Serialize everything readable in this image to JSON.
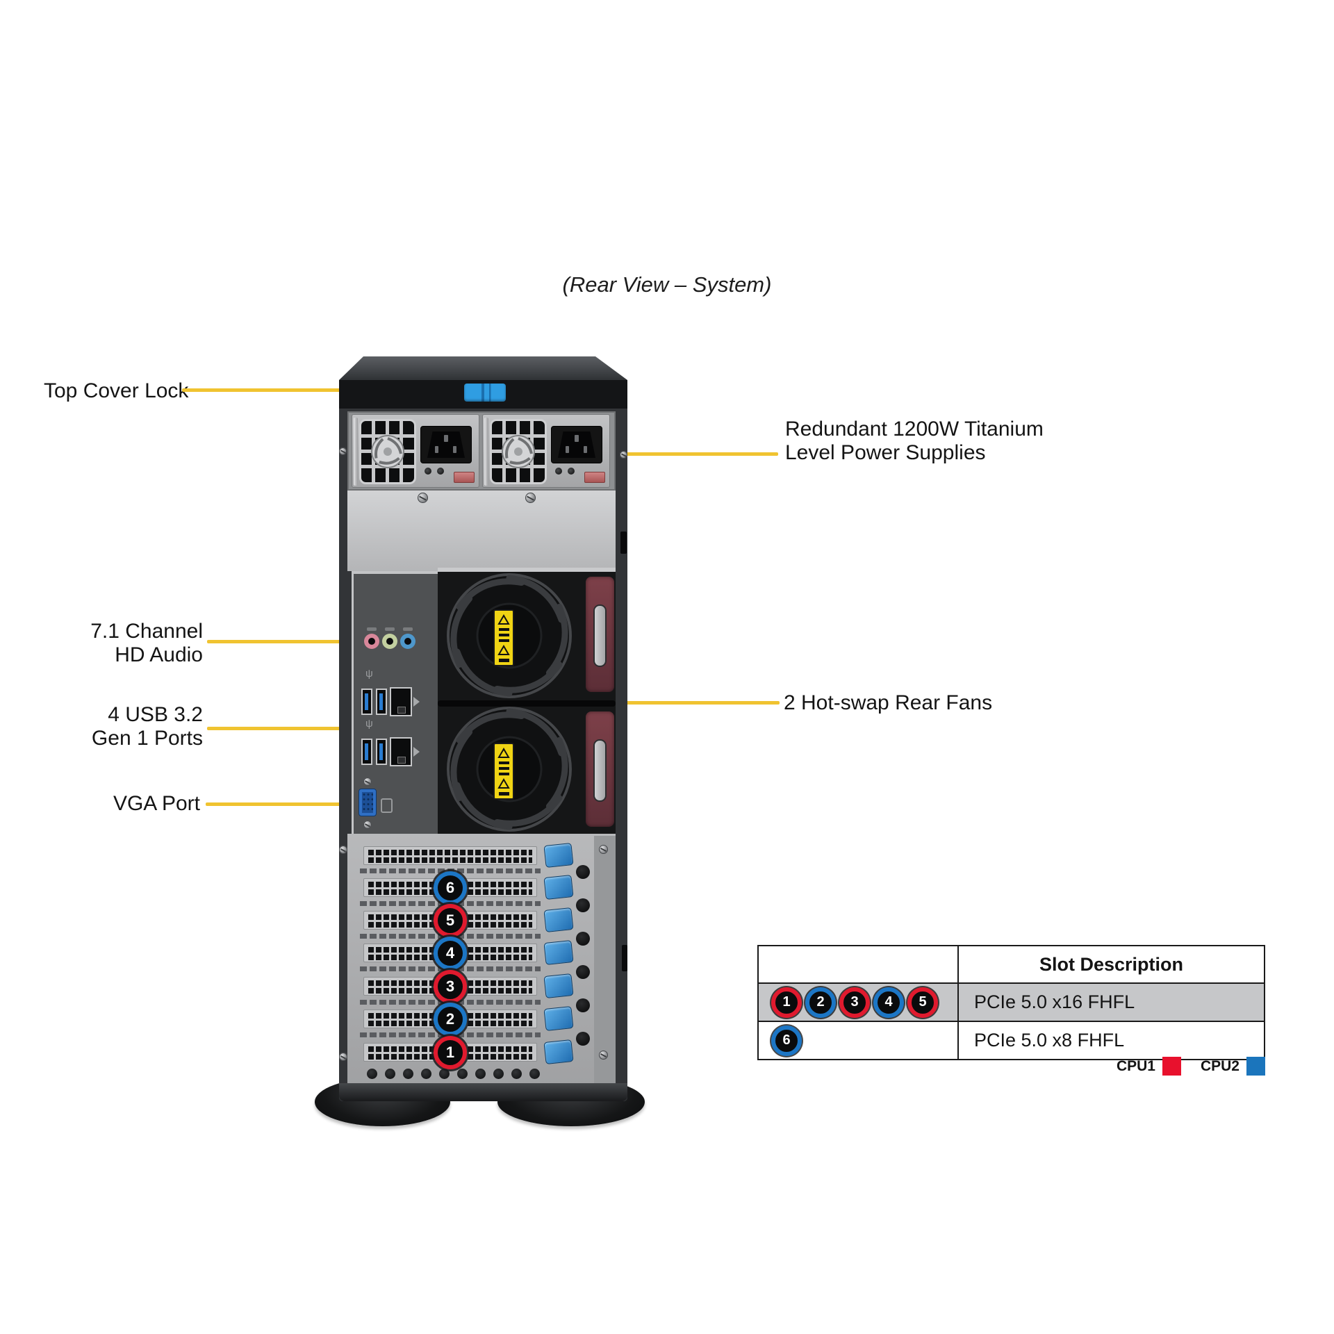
{
  "title": "(Rear View – System)",
  "callouts": {
    "top_cover_lock": {
      "label": "Top Cover Lock"
    },
    "power_supplies": {
      "line1": "Redundant 1200W Titanium",
      "line2": "Level Power Supplies"
    },
    "hd_audio": {
      "line1": "7.1 Channel",
      "line2": "HD Audio"
    },
    "usb_ports": {
      "line1": "4 USB 3.2",
      "line2": "Gen 1 Ports"
    },
    "vga_port": {
      "label": "VGA Port"
    },
    "rear_fans": {
      "label": "2 Hot-swap Rear Fans"
    }
  },
  "chassis": {
    "slot_badges": [
      {
        "n": "6"
      },
      {
        "n": "5"
      },
      {
        "n": "4"
      },
      {
        "n": "3"
      },
      {
        "n": "2"
      },
      {
        "n": "1"
      }
    ]
  },
  "icons": {
    "usb": "ψ"
  },
  "slot_table": {
    "header": "Slot Description",
    "rows": [
      {
        "badges": [
          {
            "n": "1"
          },
          {
            "n": "2"
          },
          {
            "n": "3"
          },
          {
            "n": "4"
          },
          {
            "n": "5"
          }
        ],
        "description": "PCIe 5.0 x16 FHFL"
      },
      {
        "badges": [
          {
            "n": "6"
          }
        ],
        "description": "PCIe 5.0 x8 FHFL"
      }
    ],
    "legend": [
      {
        "label": "CPU1"
      },
      {
        "label": "CPU2"
      }
    ]
  },
  "colors": {
    "callout_line": "#F0C330",
    "cpu1_red": "#E01A2E",
    "cpu2_blue": "#1C76C5",
    "lock_blue": "#2F9DE2",
    "fan_handle_maroon": "#6E3640",
    "chassis_gray": "#A7A8AA"
  }
}
